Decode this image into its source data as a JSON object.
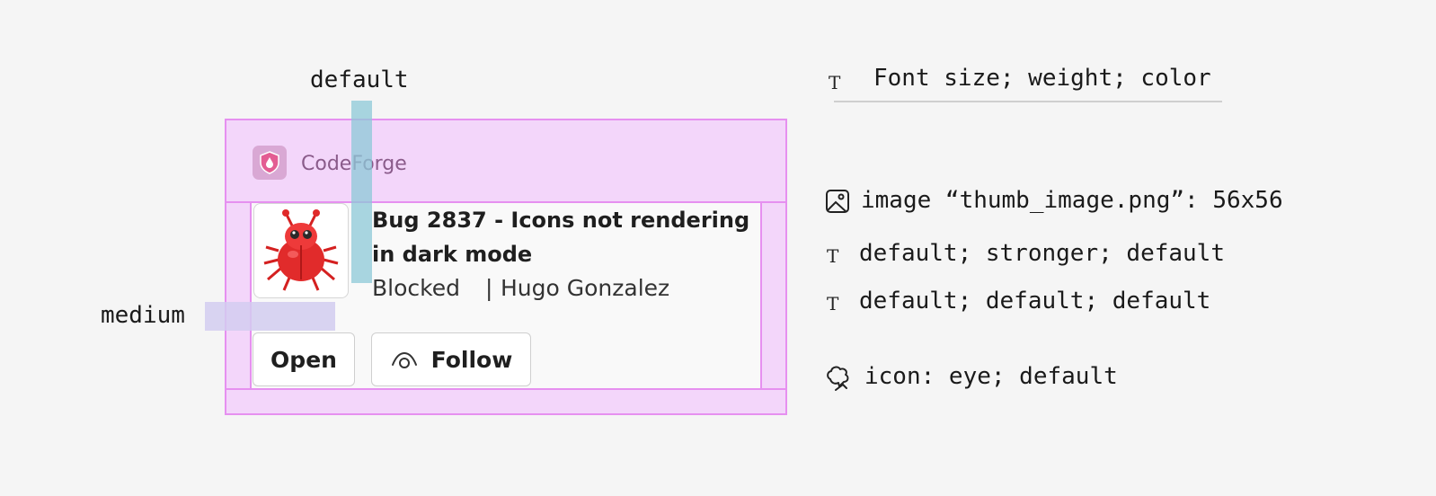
{
  "labels": {
    "default_spacing": "default",
    "medium_spacing": "medium"
  },
  "card": {
    "app_name": "CodeForge",
    "title": "Bug 2837 - Icons not rendering in dark mode",
    "status": "Blocked",
    "separator": "|",
    "author": "Hugo Gonzalez",
    "buttons": {
      "open": "Open",
      "follow": "Follow"
    }
  },
  "legend": {
    "header_icon": "T",
    "header": "Font size; weight; color",
    "rows": [
      {
        "icon": "image-icon",
        "text": "image “thumb_image.png”: 56x56"
      },
      {
        "icon": "T",
        "text": "default; stronger; default"
      },
      {
        "icon": "T",
        "text": "default; default; default"
      },
      {
        "icon": "icon-component-icon",
        "text": "icon: eye; default"
      }
    ]
  },
  "colors": {
    "redline_fill": "#f3d6fa",
    "redline_border": "#e690f0",
    "spacer_default": "#8cc8d7",
    "spacer_medium": "#d2cdf0"
  }
}
